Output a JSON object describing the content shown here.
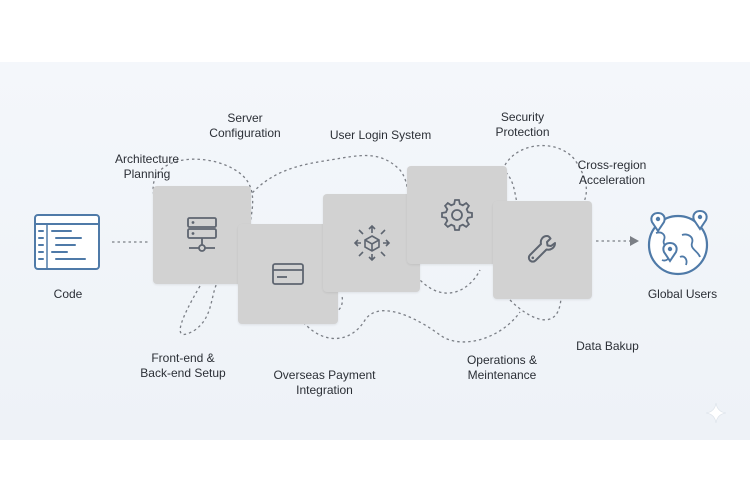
{
  "diagram": {
    "start": {
      "label": "Code",
      "icon": "code-editor-icon"
    },
    "end": {
      "label": "Global Users",
      "icon": "globe-location-icon"
    },
    "steps": [
      {
        "label": "Architecture\nPlanning",
        "icon": "server-stack-icon"
      },
      {
        "label": "Server\nConfiguration",
        "icon": ""
      },
      {
        "label": "User Login System",
        "icon": "network-cube-icon"
      },
      {
        "label": "Security\nProtection",
        "icon": "gear-icon"
      },
      {
        "label": "Cross-region\nAcceleration",
        "icon": "wrench-icon"
      },
      {
        "label": "Front-end &\nBack-end Setup",
        "icon": ""
      },
      {
        "label": "Overseas Payment\nIntegration",
        "icon": "credit-card-icon"
      },
      {
        "label": "Operations &\nMeintenance",
        "icon": ""
      },
      {
        "label": "Data Bakup",
        "icon": ""
      }
    ]
  },
  "colors": {
    "panel_bg": "#f1f5fa",
    "card": "#d2d2d2",
    "line": "#7b7f86",
    "icon_dark": "#5e6570",
    "globe_blue": "#4f7aa8"
  }
}
